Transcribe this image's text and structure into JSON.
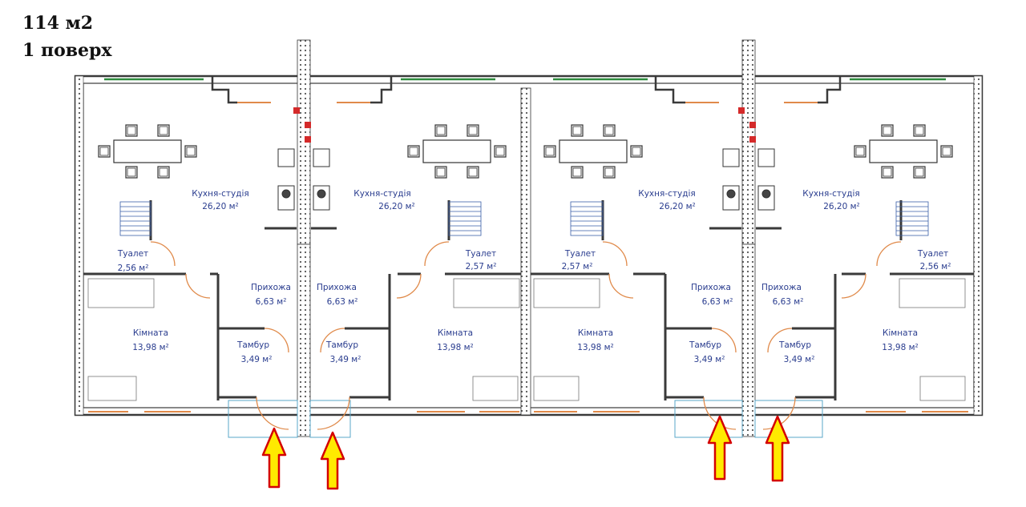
{
  "header": {
    "area": "114 м2",
    "floor": "1 поверх"
  },
  "units": [
    {
      "kitchen": {
        "name": "Кухня-студія",
        "area": "26,20 м²"
      },
      "toilet": {
        "name": "Туалет",
        "area": "2,56 м²"
      },
      "hall": {
        "name": "Прихожа",
        "area": "6,63 м²"
      },
      "room": {
        "name": "Кімната",
        "area": "13,98 м²"
      },
      "vestibule": {
        "name": "Тамбур",
        "area": "3,49 м²"
      }
    },
    {
      "kitchen": {
        "name": "Кухня-студія",
        "area": "26,20 м²"
      },
      "toilet": {
        "name": "Туалет",
        "area": "2,57 м²"
      },
      "hall": {
        "name": "Прихожа",
        "area": "6,63 м²"
      },
      "room": {
        "name": "Кімната",
        "area": "13,98 м²"
      },
      "vestibule": {
        "name": "Тамбур",
        "area": "3,49 м²"
      }
    },
    {
      "kitchen": {
        "name": "Кухня-студія",
        "area": "26,20 м²"
      },
      "toilet": {
        "name": "Туалет",
        "area": "2,57 м²"
      },
      "hall": {
        "name": "Прихожа",
        "area": "6,63 м²"
      },
      "room": {
        "name": "Кімната",
        "area": "13,98 м²"
      },
      "vestibule": {
        "name": "Тамбур",
        "area": "3,49 м²"
      }
    },
    {
      "kitchen": {
        "name": "Кухня-студія",
        "area": "26,20 м²"
      },
      "toilet": {
        "name": "Туалет",
        "area": "2,56 м²"
      },
      "hall": {
        "name": "Прихожа",
        "area": "6,63 м²"
      },
      "room": {
        "name": "Кімната",
        "area": "13,98 м²"
      },
      "vestibule": {
        "name": "Тамбур",
        "area": "3,49 м²"
      }
    }
  ],
  "colors": {
    "wall": "#3a3a3a",
    "label": "#2a3d8f",
    "arrow_fill": "#ffea00",
    "arrow_stroke": "#d40000",
    "window": "#2e8b3e",
    "sill": "#e08a4a"
  }
}
